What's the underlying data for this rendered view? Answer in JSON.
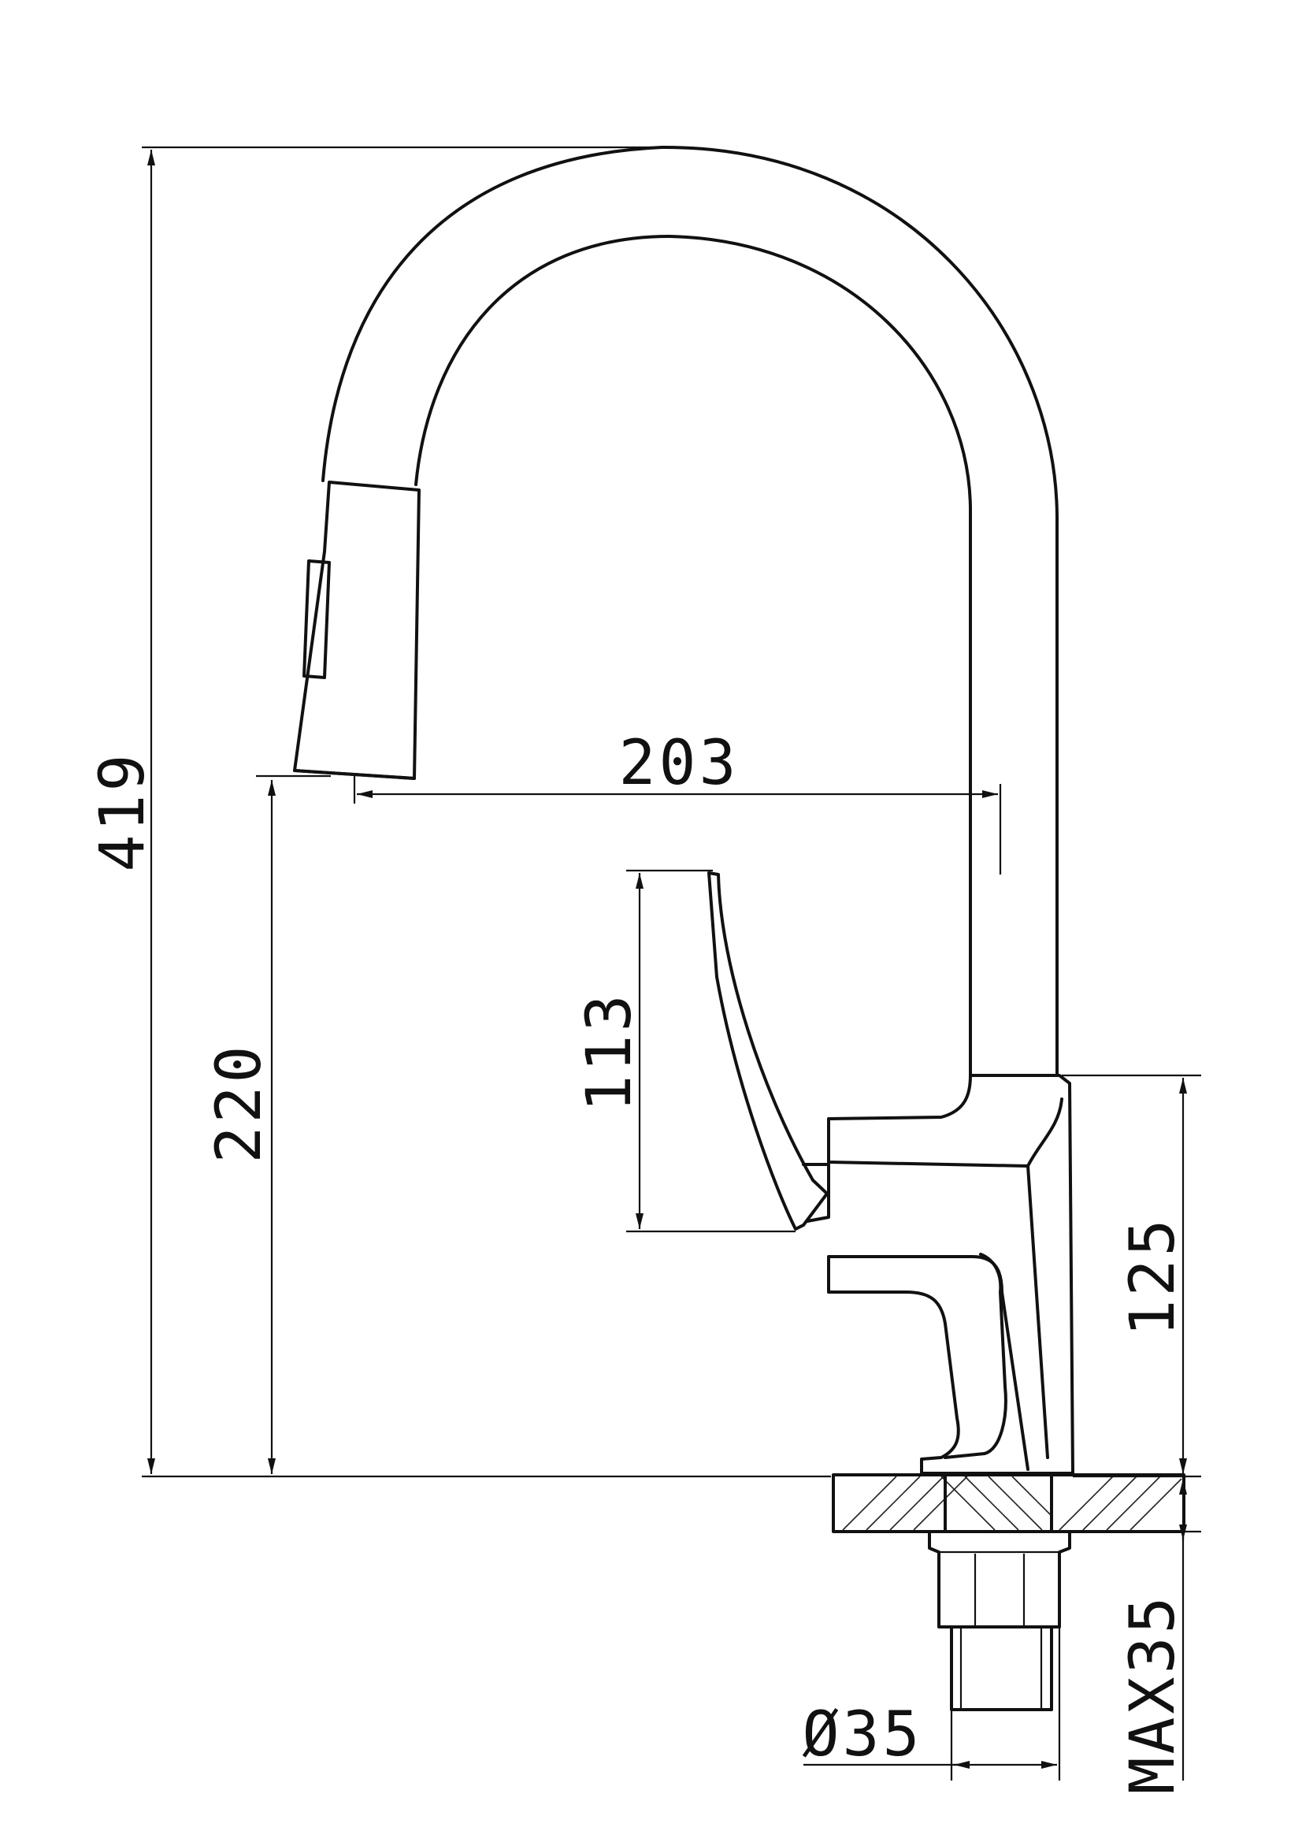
{
  "colors": {
    "line": "#111111",
    "background": "#ffffff"
  },
  "dimensions": {
    "total_height": "419",
    "spout_height": "220",
    "spout_reach": "203",
    "handle_height": "113",
    "body_height": "125",
    "shank_diameter": "Ø35",
    "max_counter_thickness": "MAX35"
  }
}
